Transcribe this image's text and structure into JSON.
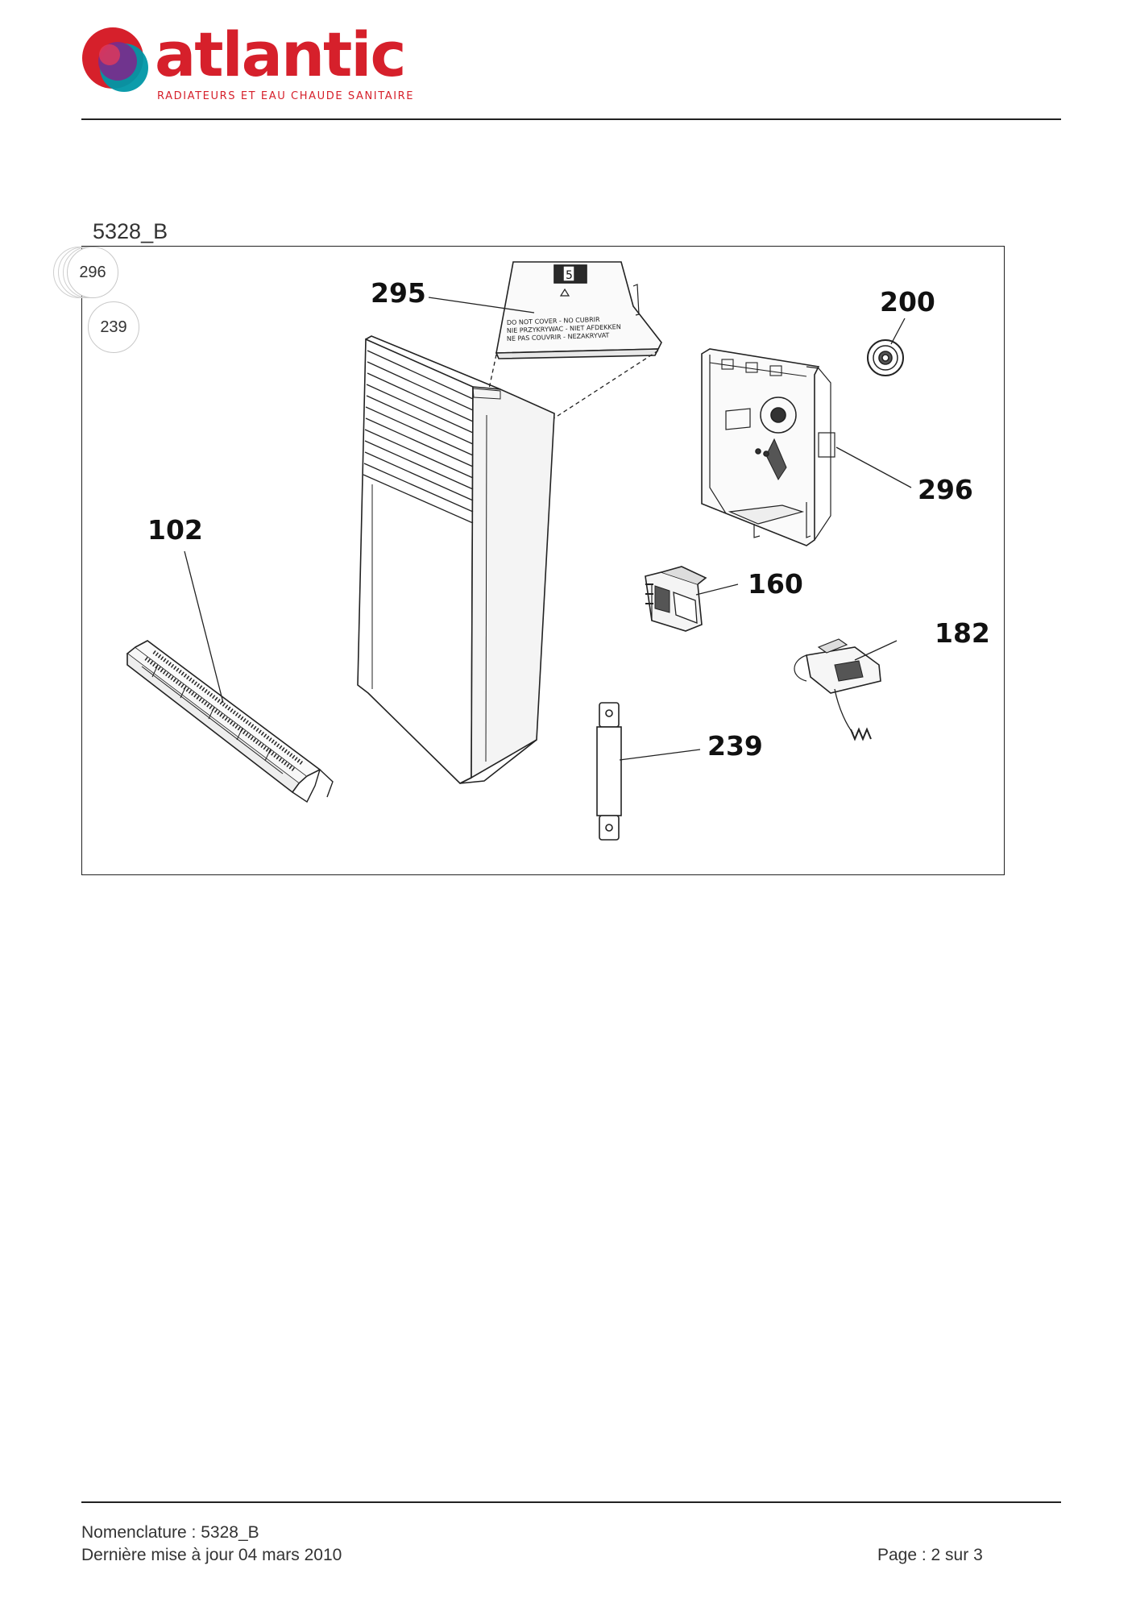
{
  "header": {
    "brand_name": "atlantic",
    "brand_tagline": "RADIATEURS ET EAU CHAUDE SANITAIRE",
    "brand_colors": {
      "primary": "#d6202b",
      "logo_teal": "#0097a7",
      "logo_purple": "#7b2a8c"
    }
  },
  "document": {
    "reference": "5328_B"
  },
  "diagram": {
    "bubbles": [
      "296",
      "239"
    ],
    "parts": [
      {
        "number": "295"
      },
      {
        "number": "200"
      },
      {
        "number": "296"
      },
      {
        "number": "102"
      },
      {
        "number": "160"
      },
      {
        "number": "182"
      },
      {
        "number": "239"
      }
    ],
    "label_295_text": [
      "DO NOT COVER - NO CUBRIR",
      "NIE PRZYKRYWAC - NIET AFDEKKEN",
      "NE PAS COUVRIR - NEZAKRYVAT"
    ],
    "thermostat_digit": "5"
  },
  "footer": {
    "nomenclature": "Nomenclature : 5328_B",
    "updated": "Dernière mise à jour 04 mars 2010",
    "page": "Page : 2 sur 3"
  }
}
